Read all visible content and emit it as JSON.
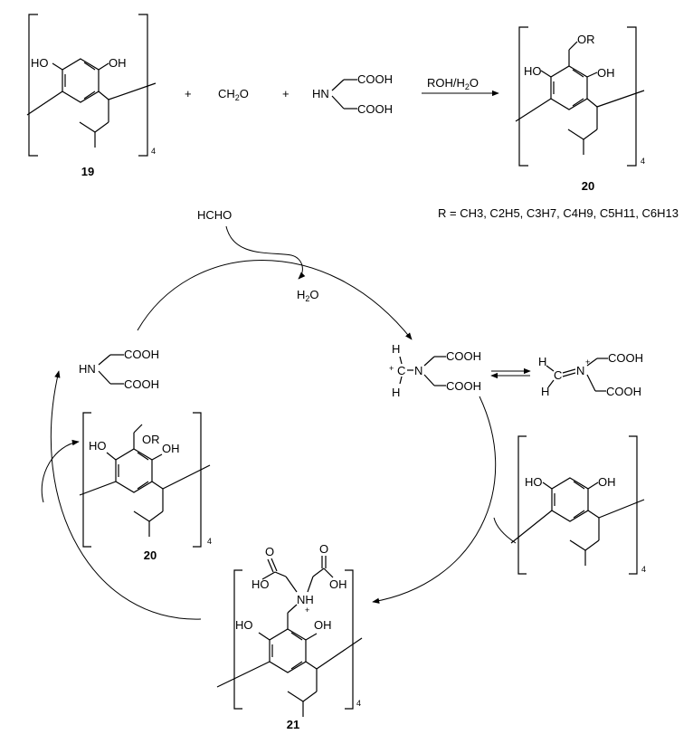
{
  "labels": {
    "oh": "OH",
    "ho": "HO",
    "or": "OR",
    "hn": "HN",
    "nh": "NH",
    "n": "N",
    "h": "H",
    "c": "C",
    "cooh": "COOH",
    "o": "O",
    "charge_plus": "+",
    "repeat_count": "4",
    "plus_sign": "+",
    "ch2o_main": "CH",
    "ch2o_sub": "2",
    "ch2o_tail": "O",
    "condition_main": "ROH/H",
    "condition_sub": "2",
    "condition_tail": "O",
    "hcho": "HCHO",
    "water_main": "H",
    "water_sub": "2",
    "water_tail": "O",
    "r_groups": "R = CH3, C2H5, C3H7, C4H9, C5H11, C6H13"
  },
  "compounds": {
    "c19": "19",
    "c20_top": "20",
    "c20_cycle": "20",
    "c21": "21"
  }
}
